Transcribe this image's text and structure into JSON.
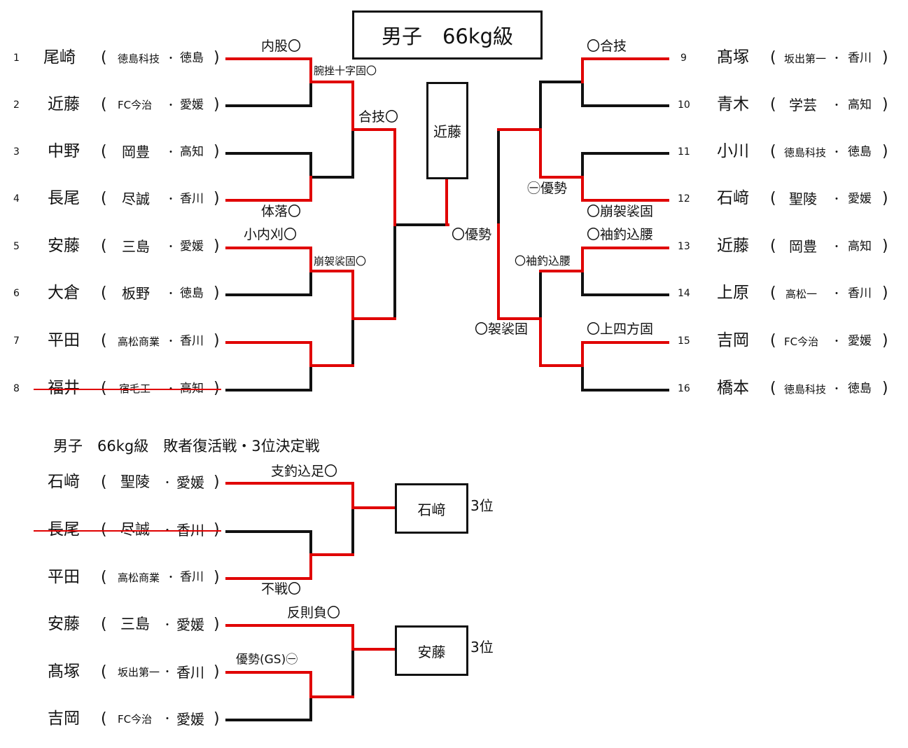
{
  "title": "男子　66kg級",
  "champion": "近藤",
  "main_bracket": {
    "left": [
      {
        "seed": "1",
        "name": "尾崎",
        "team": "徳島科技",
        "pref": "徳島"
      },
      {
        "seed": "2",
        "name": "近藤",
        "team": "FC今治",
        "pref": "愛媛"
      },
      {
        "seed": "3",
        "name": "中野",
        "team": "岡豊",
        "pref": "高知"
      },
      {
        "seed": "4",
        "name": "長尾",
        "team": "尽誠",
        "pref": "香川"
      },
      {
        "seed": "5",
        "name": "安藤",
        "team": "三島",
        "pref": "愛媛"
      },
      {
        "seed": "6",
        "name": "大倉",
        "team": "板野",
        "pref": "徳島"
      },
      {
        "seed": "7",
        "name": "平田",
        "team": "高松商業",
        "pref": "香川"
      },
      {
        "seed": "8",
        "name": "福井",
        "team": "宿毛工",
        "pref": "高知",
        "withdrawn": true
      }
    ],
    "right": [
      {
        "seed": "9",
        "name": "髙塚",
        "team": "坂出第一",
        "pref": "香川"
      },
      {
        "seed": "10",
        "name": "青木",
        "team": "学芸",
        "pref": "高知"
      },
      {
        "seed": "11",
        "name": "小川",
        "team": "徳島科技",
        "pref": "徳島"
      },
      {
        "seed": "12",
        "name": "石﨑",
        "team": "聖陵",
        "pref": "愛媛"
      },
      {
        "seed": "13",
        "name": "近藤",
        "team": "岡豊",
        "pref": "高知"
      },
      {
        "seed": "14",
        "name": "上原",
        "team": "高松一",
        "pref": "香川"
      },
      {
        "seed": "15",
        "name": "吉岡",
        "team": "FC今治",
        "pref": "愛媛"
      },
      {
        "seed": "16",
        "name": "橋本",
        "team": "徳島科技",
        "pref": "徳島"
      }
    ],
    "techniques": {
      "m1": "内股〇",
      "m2": "体落〇",
      "m3": "小内刈〇",
      "m_left_qf1": "腕挫十字固〇",
      "m_left_qf2": "崩袈裟固〇",
      "m_left_sf": "合技〇",
      "m_final": "〇優勢",
      "m9": "〇合技",
      "m12": "〇崩袈裟固",
      "m13": "〇袖釣込腰",
      "m15": "〇上四方固",
      "m_right_qf1": "㊀優勢",
      "m_right_qf2": "〇袖釣込腰",
      "m_right_sf": "〇袈裟固"
    }
  },
  "repechage": {
    "title": "男子　66kg級　敗者復活戦・3位決定戦",
    "players": [
      {
        "name": "石﨑",
        "team": "聖陵",
        "pref": "愛媛"
      },
      {
        "name": "長尾",
        "team": "尽誠",
        "pref": "香川",
        "withdrawn": true
      },
      {
        "name": "平田",
        "team": "高松商業",
        "pref": "香川"
      },
      {
        "name": "安藤",
        "team": "三島",
        "pref": "愛媛"
      },
      {
        "name": "髙塚",
        "team": "坂出第一",
        "pref": "香川"
      },
      {
        "name": "吉岡",
        "team": "FC今治",
        "pref": "愛媛"
      }
    ],
    "techniques": {
      "r1": "支釣込足〇",
      "r2": "不戦〇",
      "r3": "反則負〇",
      "r4": "優勢(GS)㊀"
    },
    "winners": [
      {
        "name": "石﨑",
        "place": "3位"
      },
      {
        "name": "安藤",
        "place": "3位"
      }
    ]
  },
  "colors": {
    "win_line": "#e00000",
    "line": "#111111"
  }
}
